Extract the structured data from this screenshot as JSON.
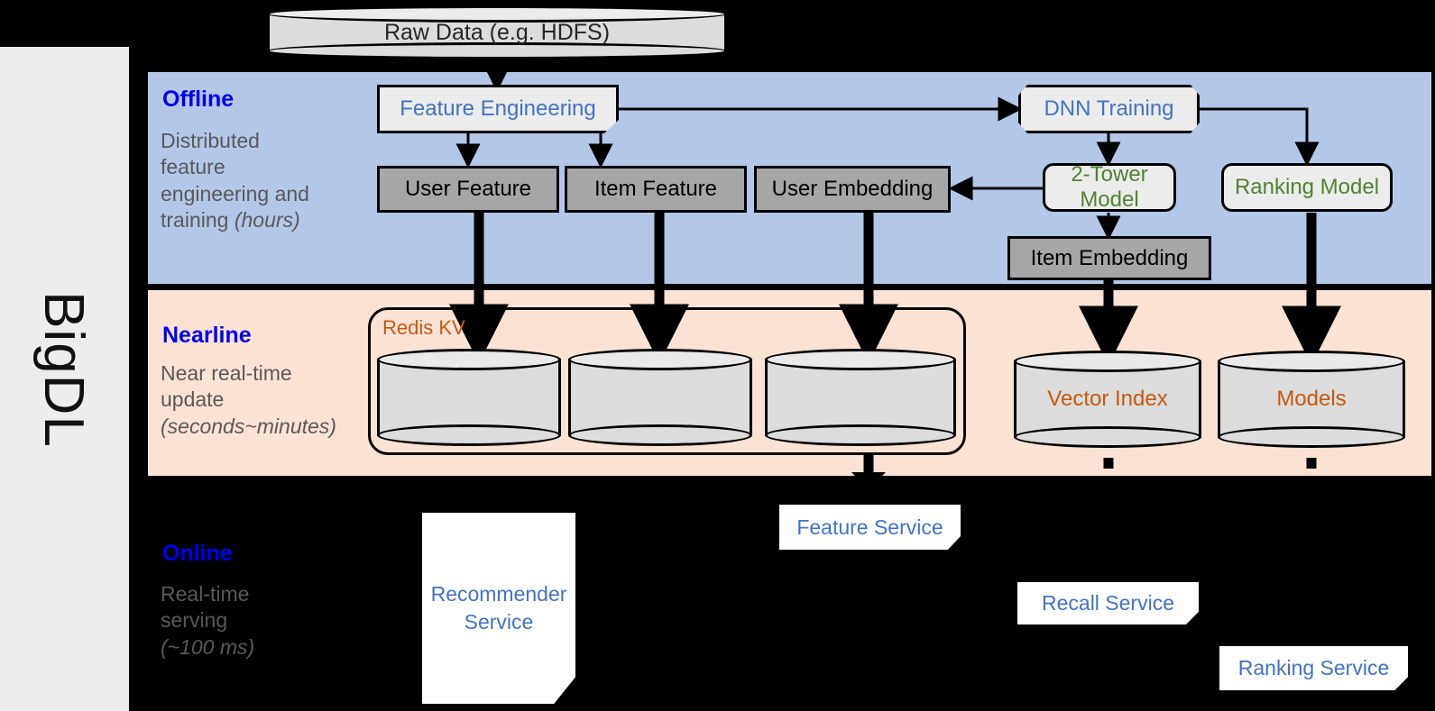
{
  "sidebar": {
    "label": "BigDL"
  },
  "bands": [
    {
      "id": "offline",
      "title": "Offline",
      "subtitle_lines": [
        "Distributed",
        "feature",
        "engineering and",
        "training "
      ],
      "subtitle_italic": "(hours)",
      "bg": "#b4c7e7"
    },
    {
      "id": "nearline",
      "title": "Nearline",
      "subtitle_lines": [
        "Near real-time",
        "update "
      ],
      "subtitle_italic": "(seconds~minutes)",
      "bg": "#fae3d5"
    },
    {
      "id": "online",
      "title": "Online",
      "subtitle_lines": [
        "Real-time",
        "serving "
      ],
      "subtitle_italic": "(~100 ms)",
      "bg": "#000000"
    }
  ],
  "source": {
    "label": "Raw Data (e.g. HDFS)"
  },
  "offline": {
    "feature_engineering": "Feature Engineering",
    "dnn_training": "DNN Training",
    "user_feature": "User Feature",
    "item_feature": "Item Feature",
    "user_embedding": "User Embedding",
    "two_tower_model": "2-Tower Model",
    "ranking_model": "Ranking Model",
    "item_embedding": "Item Embedding"
  },
  "nearline": {
    "redis_group": "Redis KV",
    "store_user_feature": "",
    "store_item_feature": "",
    "store_user_embedding": "",
    "vector_index": "Vector Index",
    "models": "Models"
  },
  "online": {
    "recommender_service": "Recommender Service",
    "feature_service": "Feature Service",
    "recall_service": "Recall Service",
    "ranking_service": "Ranking Service"
  },
  "colors": {
    "offline_band": "#b4c7e7",
    "nearline_band": "#fae3d5",
    "online_band": "#000000",
    "band_title": "#0000ee",
    "band_subtitle": "#595959",
    "blue_text": "#4472c4",
    "green_text": "#538135",
    "orange_text": "#c55a11",
    "gray_box": "#a6a6a6",
    "light_box": "#ececec",
    "sidebar": "#ededed"
  }
}
